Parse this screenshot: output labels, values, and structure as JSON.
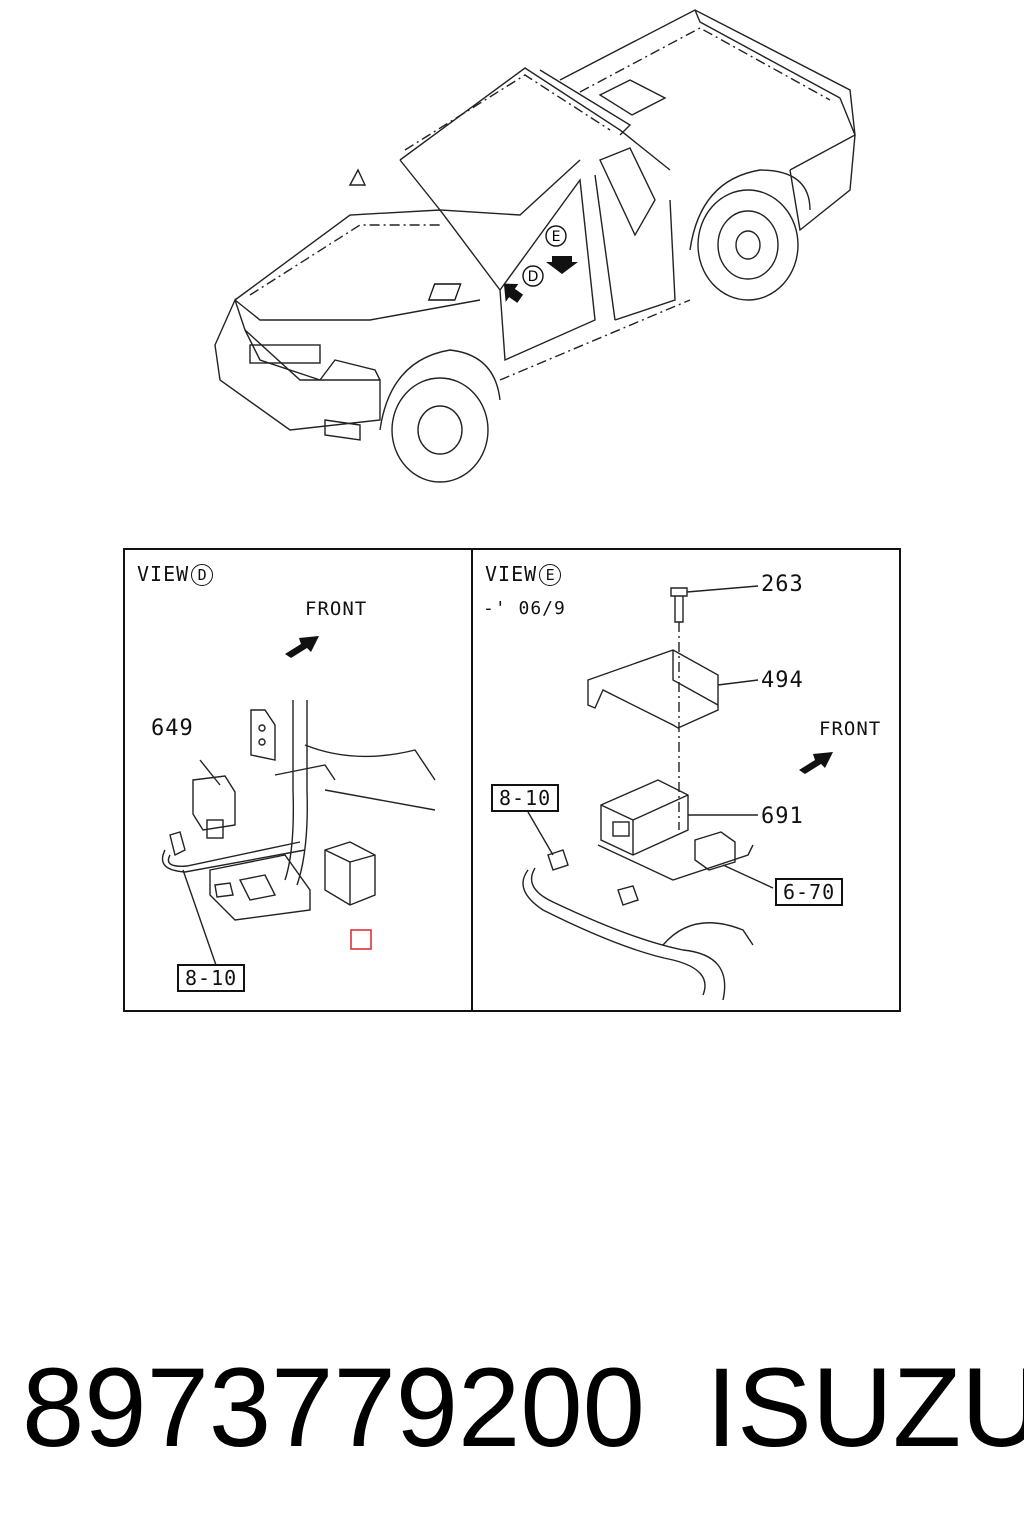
{
  "callouts": {
    "d": "D",
    "e": "E"
  },
  "view_d": {
    "title": "VIEW",
    "circle": "D",
    "front": "FRONT",
    "part_649": "649",
    "ref_8_10": "8-10"
  },
  "view_e": {
    "title": "VIEW",
    "circle": "E",
    "date": "-' 06/9",
    "front": "FRONT",
    "part_263": "263",
    "part_494": "494",
    "part_691": "691",
    "ref_8_10": "8-10",
    "ref_6_70": "6-70"
  },
  "footer": {
    "part_number": "8973779200",
    "brand": "ISUZU"
  },
  "colors": {
    "line": "#222222",
    "highlight": "#e0303a"
  }
}
